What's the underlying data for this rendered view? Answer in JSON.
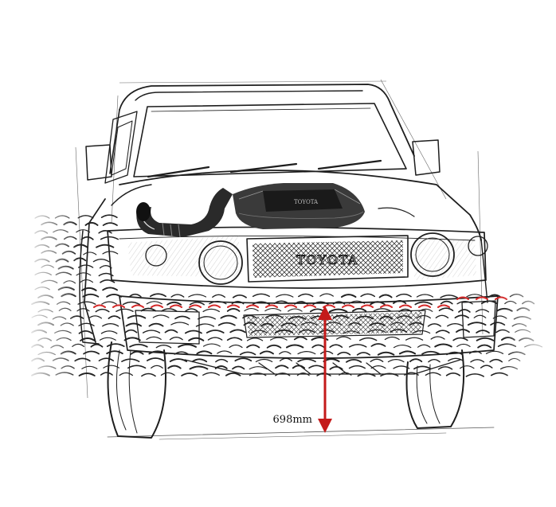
{
  "diagram": {
    "brand_badge": "TOYOTA",
    "engine_badge": "TOYOTA",
    "wading_depth_label": "698mm",
    "colors": {
      "ink": "#1e1e1e",
      "water_line": "#d42a2a",
      "arrow": "#c41a1a",
      "water_waves": "#222222",
      "paper": "#ffffff"
    },
    "icons": [
      "vehicle-sketch",
      "air-intake-snorkel",
      "engine-cover",
      "water-waves",
      "depth-arrow"
    ]
  }
}
